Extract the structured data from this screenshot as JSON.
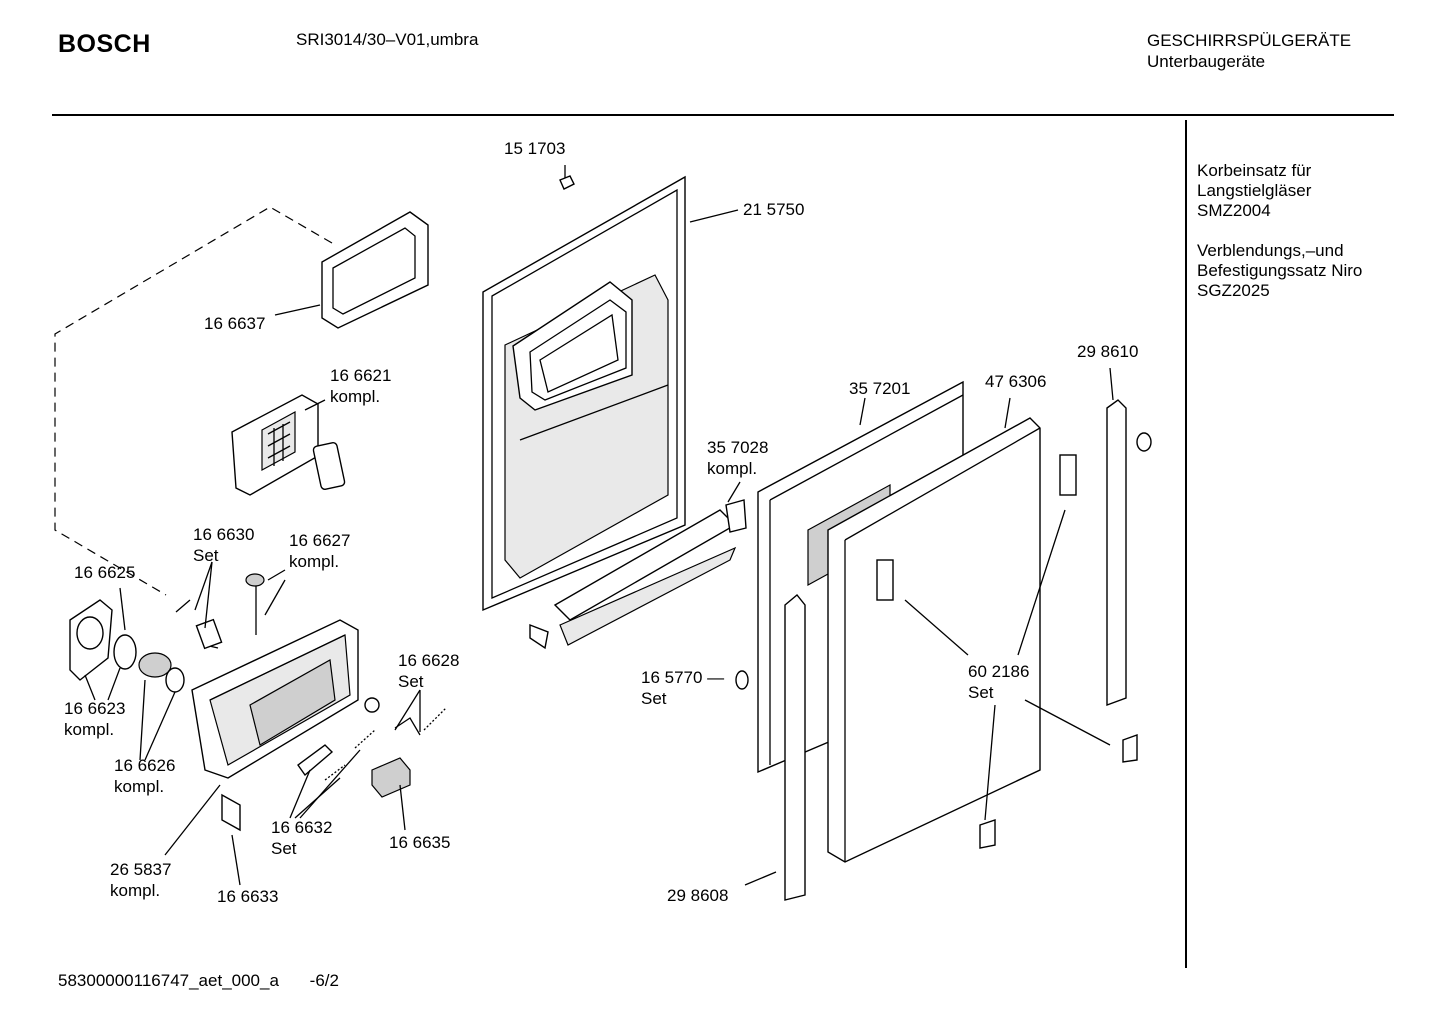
{
  "header": {
    "brand": "BOSCH",
    "model": "SRI3014/30–V01,umbra",
    "category_line1": "GESCHIRRSPÜLGERÄTE",
    "category_line2": "Unterbaugeräte"
  },
  "sidebar": {
    "accessory1": [
      "Korbeinsatz für",
      "Langstielgläser",
      "SMZ2004"
    ],
    "accessory2": [
      "Verblendungs,–und",
      "Befestigungssatz Niro",
      "SGZ2025"
    ]
  },
  "parts": [
    {
      "id": "151703",
      "lines": [
        "15 1703"
      ]
    },
    {
      "id": "215750",
      "lines": [
        "21 5750"
      ]
    },
    {
      "id": "166637",
      "lines": [
        "16 6637"
      ]
    },
    {
      "id": "166621",
      "lines": [
        "16 6621",
        "kompl."
      ]
    },
    {
      "id": "166630",
      "lines": [
        "16 6630",
        "Set"
      ]
    },
    {
      "id": "166627",
      "lines": [
        "16 6627",
        "kompl."
      ]
    },
    {
      "id": "166625",
      "lines": [
        "16 6625"
      ]
    },
    {
      "id": "166623",
      "lines": [
        "16 6623",
        "kompl."
      ]
    },
    {
      "id": "166626",
      "lines": [
        "16 6626",
        "kompl."
      ]
    },
    {
      "id": "166628",
      "lines": [
        "16 6628",
        "Set"
      ]
    },
    {
      "id": "166632",
      "lines": [
        "16 6632",
        "Set"
      ]
    },
    {
      "id": "166635",
      "lines": [
        "16 6635"
      ]
    },
    {
      "id": "265837",
      "lines": [
        "26 5837",
        "kompl."
      ]
    },
    {
      "id": "166633",
      "lines": [
        "16 6633"
      ]
    },
    {
      "id": "357028",
      "lines": [
        "35 7028",
        "kompl."
      ]
    },
    {
      "id": "357201",
      "lines": [
        "35 7201"
      ]
    },
    {
      "id": "476306",
      "lines": [
        "47 6306"
      ]
    },
    {
      "id": "298610",
      "lines": [
        "29 8610"
      ]
    },
    {
      "id": "165770",
      "lines": [
        "16 5770 —",
        "Set"
      ]
    },
    {
      "id": "602186",
      "lines": [
        "60 2186",
        "Set"
      ]
    },
    {
      "id": "298608",
      "lines": [
        "29 8608"
      ]
    }
  ],
  "footer": {
    "doc_id": "58300000116747_aet_000_a",
    "page": "-6/2"
  }
}
